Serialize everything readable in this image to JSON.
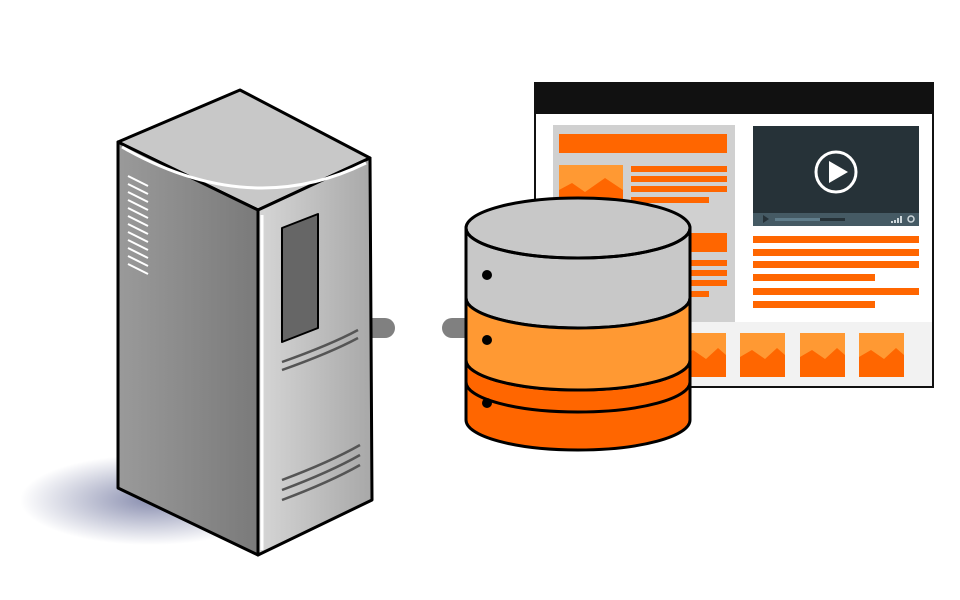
{
  "illustration": {
    "subjects": [
      "server-tower",
      "database",
      "web-page"
    ],
    "colors": {
      "orange_dark": "#ff6600",
      "orange_light": "#ff9933",
      "gray_light": "#cccccc",
      "server_gray": "#b3b3b3",
      "video_bg": "#263238",
      "titlebar": "#111111"
    },
    "icons": [
      "play-icon",
      "signal-icon",
      "settings-icon"
    ]
  }
}
